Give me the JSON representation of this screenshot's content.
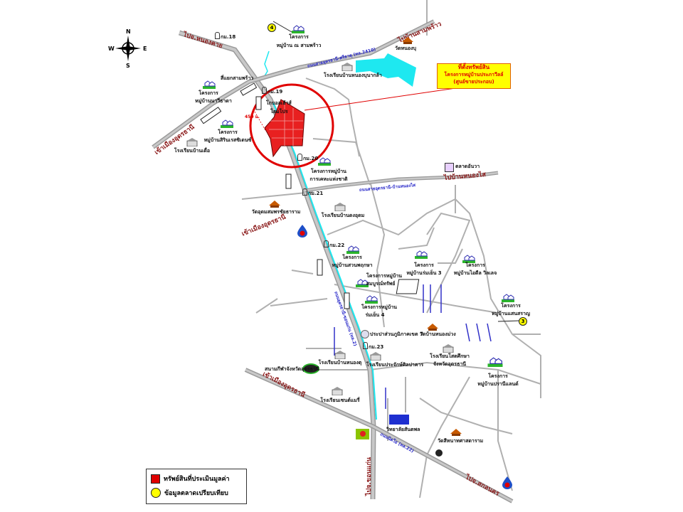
{
  "compass": {
    "n": "N",
    "s": "S",
    "e": "E",
    "w": "W"
  },
  "target": {
    "line1": "ที่ตั้งทรัพย์สิน",
    "line2": "โครงการหมู่บ้านประภาวีลล์",
    "line3": "(ศูนย์ขายประกอบ)"
  },
  "legend": {
    "subject": "ทรัพย์สินที่ประเมินมูลค่า",
    "comparable": "ข้อมูลตลาดเปรียบเทียบ",
    "subject_color": "#e00000",
    "comparable_color": "#ffff00"
  },
  "markers": {
    "m4": "4",
    "m3": "3"
  },
  "km": {
    "k18": "กม.18",
    "k19": "กม.19",
    "k20": "กม.20",
    "k21": "กม.21",
    "k22": "กม.22",
    "k23": "กม.23"
  },
  "directions": {
    "nongkhai": "ไปจ.หนองคาย",
    "samphrao": "ไปบ้านสามพร้าว",
    "city1": "เข้าเมืองอุดรธานี",
    "nongsai": "ไปบ้านหนองไส",
    "city2": "เข้าเมืองอุดรธานี",
    "city3": "เข้าเมืองอุดรธานี",
    "khonkaen": "ไปจ.ขอนแก่น",
    "sakon": "ไปจ.สกลนคร"
  },
  "roads": {
    "r2410": "ถนนสายอุดรธานี-ศรีธาตุ (ทล.2410)",
    "nongsai_rd": "ถนนสายอุดรธานี-บ้านหนองไส",
    "hw2": "ถนนอุดรธานี-ขอนแก่น (ทล.2)",
    "nittayo": "ถนนนิตโย (ทล.22)",
    "dist": "450 ม."
  },
  "places": {
    "v_samphrao_a": "โครงการ",
    "v_samphrao_b": "หมู่บ้าน ณ สามพร้าว",
    "wat_nongbu": "วัดหนองบุ",
    "sch_nongbu": "โรงเรียนบ้านหนองบุนากล้า",
    "junction": "สี่แยกสามพร้าว",
    "v_nawi_a": "โครงการ",
    "v_nawi_b": "หมู่บ้านนาวีธาดา",
    "v_sirin_a": "โครงการ",
    "v_sirin_b": "หมู่บ้านสิรินเรสซิเดนซ์",
    "sch_duea": "โรงเรียนบ้านเดื่อ",
    "global": "โกบอลเฮ้าส์",
    "homepro": "โฮมโปร",
    "v_kheha_a": "โครงการหมู่บ้าน",
    "v_kheha_b": "การเคหะแห่งชาติ",
    "market": "ตลาดอันวา",
    "wat_udom": "วัดอุดมสมพรชัยธาราม",
    "sch_dongudom": "โรงเรียนบ้านดงอุดม",
    "v_suan_a": "โครงการ",
    "v_suan_b": "หมู่บ้านสวนพฤกษา",
    "v_somboon_a": "โครงการหมู่บ้าน",
    "v_somboon_b": "สมบูรณ์ทรัพย์",
    "v_rom3_a": "โครงการ",
    "v_rom3_b": "หมู่บ้านร่มเย็น 3",
    "v_ideal_a": "โครงการ",
    "v_ideal_b": "หมู่บ้านไอดีล วิลเลจ",
    "v_saen_a": "โครงการ",
    "v_saen_b": "หมู่บ้านแสนสราญ",
    "v_rom4_a": "โครงการหมู่บ้าน",
    "v_rom4_b": "ร่มเย็น 4",
    "water": "ประปาส่วนภูมิภาคเขต 7",
    "wat_nongmuang": "วัดบ้านหนองม่วง",
    "sch_deaf_a": "โรงเรียนโสตศึกษา",
    "sch_deaf_b": "จังหวัดอุดรธานี",
    "sch_nongtu": "โรงเรียนบ้านหนองตุ",
    "sch_prajak": "โรงเรียนประจักษ์ศิลปาคาร",
    "stadium": "สนามกีฬาจังหวัดอุดรธานี",
    "v_pranee_a": "โครงการ",
    "v_pranee_b": "หมู่บ้านปรานีแลนด์",
    "sch_stmary": "โรงเรียนเซนต์แมรี่",
    "college": "วิทยาลัยสันตพล",
    "wat_sihanat": "วัดสีหนาทศาสดาราม"
  }
}
